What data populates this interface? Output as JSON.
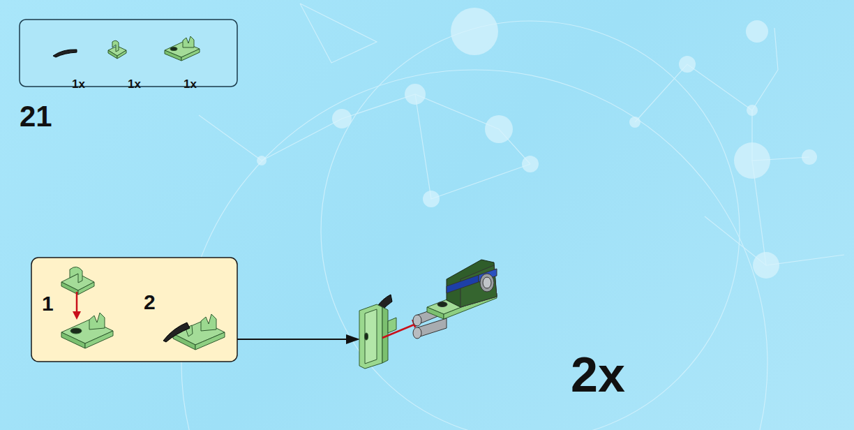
{
  "diagram": {
    "nodes": [
      {
        "text": [
          "1x",
          "1x",
          "1x"
        ]
      },
      {
        "text": [
          "1",
          "2"
        ]
      }
    ],
    "labels": [
      "21",
      "2x"
    ]
  }
}
